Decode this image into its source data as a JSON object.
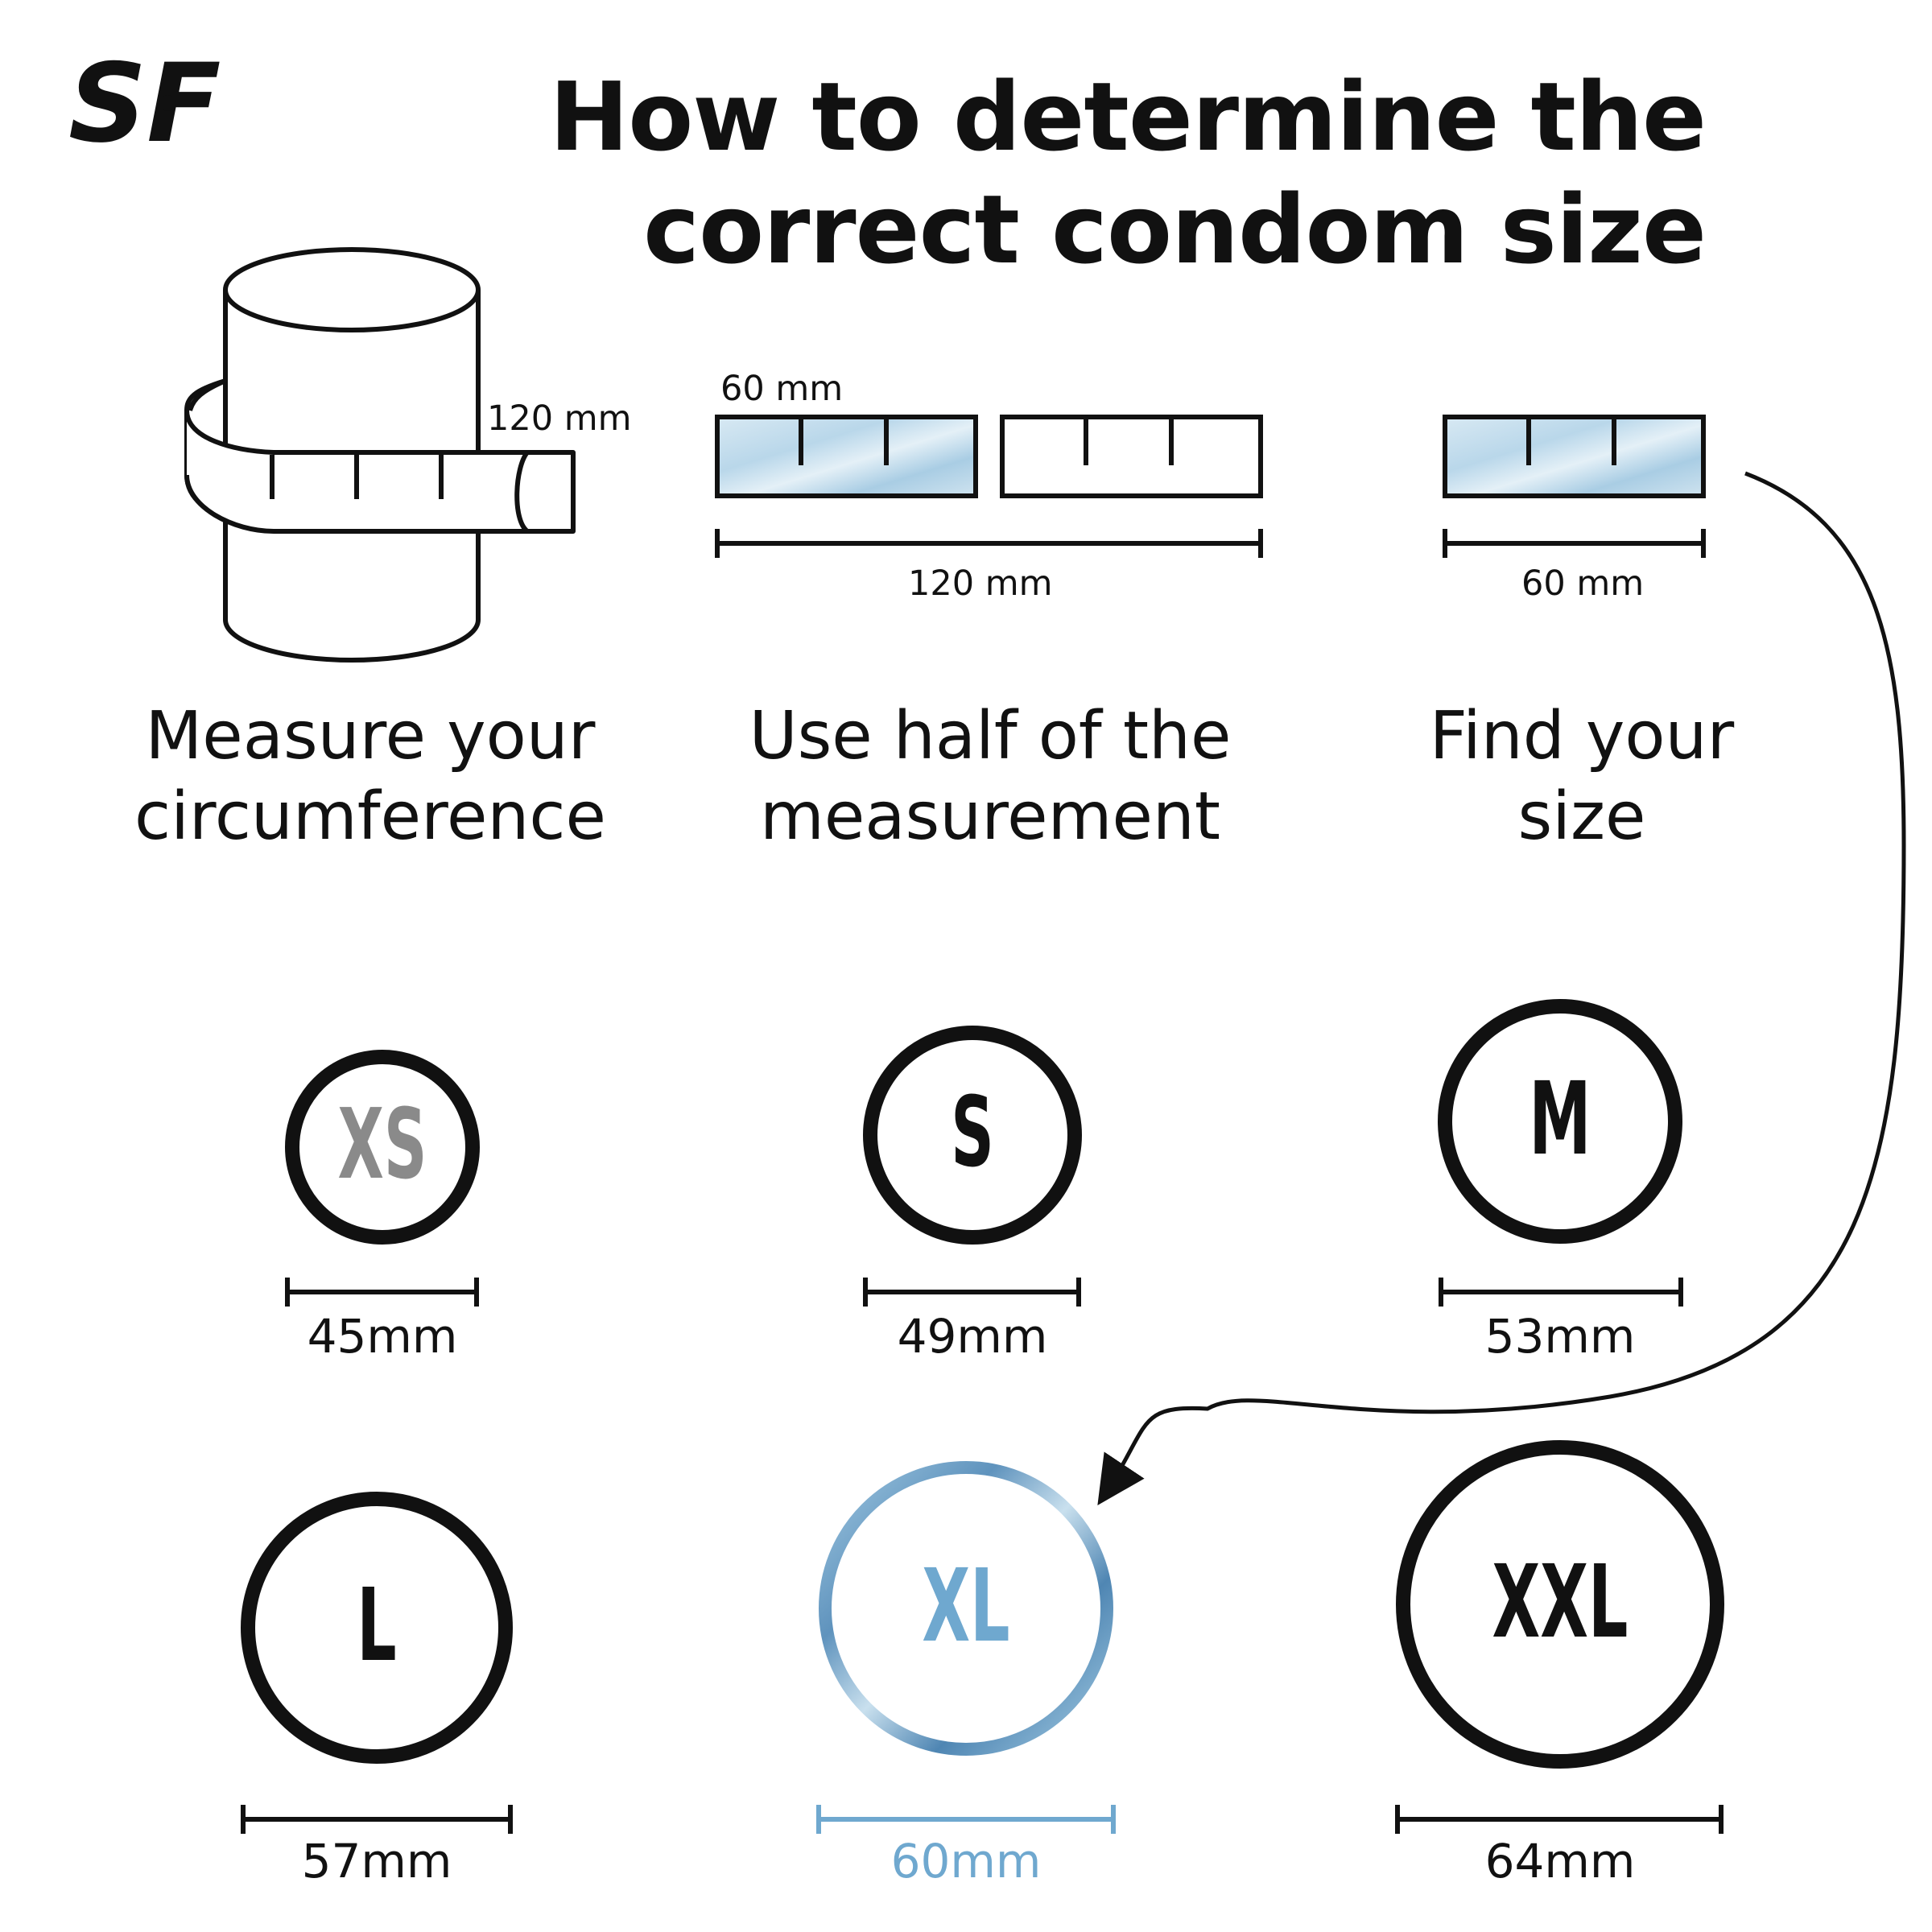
{
  "brand": {
    "logo_text": "SF"
  },
  "title": {
    "line1": "How to determine the",
    "line2": "correct condom size"
  },
  "steps": [
    {
      "line1": "Measure your",
      "line2": "circumference",
      "measure_label": "120 mm"
    },
    {
      "line1": "Use half of the",
      "line2": "measurement",
      "top_label": "60 mm",
      "bottom_label": "120 mm"
    },
    {
      "line1": "Find your",
      "line2": "size",
      "bottom_label": "60 mm"
    }
  ],
  "sizes": [
    {
      "size": "XS",
      "measurement": "45mm",
      "highlighted": false,
      "letter_color": "#8a8a8a"
    },
    {
      "size": "S",
      "measurement": "49mm",
      "highlighted": false
    },
    {
      "size": "M",
      "measurement": "53mm",
      "highlighted": false
    },
    {
      "size": "L",
      "measurement": "57mm",
      "highlighted": false
    },
    {
      "size": "XL",
      "measurement": "60mm",
      "highlighted": true
    },
    {
      "size": "XXL",
      "measurement": "64mm",
      "highlighted": false
    }
  ],
  "colors": {
    "ink": "#111111",
    "highlight": "#6fa8cf",
    "highlight_fill": "#cfe3ef",
    "muted": "#8a8a8a"
  }
}
